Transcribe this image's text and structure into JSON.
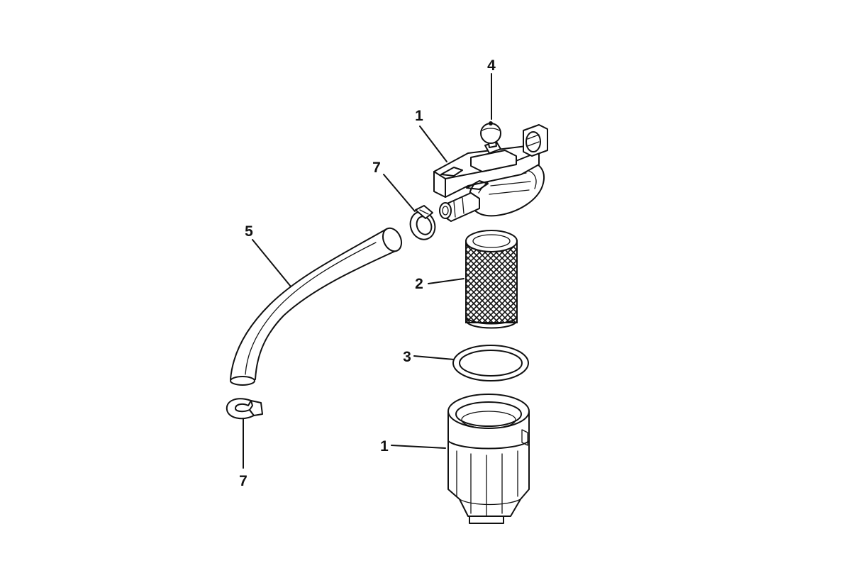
{
  "diagram": {
    "callouts": [
      {
        "id": "label-4",
        "text": "4"
      },
      {
        "id": "label-1-top",
        "text": "1"
      },
      {
        "id": "label-7-top",
        "text": "7"
      },
      {
        "id": "label-5",
        "text": "5"
      },
      {
        "id": "label-2",
        "text": "2"
      },
      {
        "id": "label-3",
        "text": "3"
      },
      {
        "id": "label-1-bottom",
        "text": "1"
      },
      {
        "id": "label-7-bottom",
        "text": "7"
      }
    ],
    "parts": [
      "filter-head",
      "bleed-screw",
      "hose-clamp-top",
      "fuel-hose",
      "filter-screen",
      "o-ring",
      "filter-bowl",
      "hose-clamp-bottom"
    ],
    "colors": {
      "ink": "#111111",
      "paper": "#ffffff"
    }
  }
}
